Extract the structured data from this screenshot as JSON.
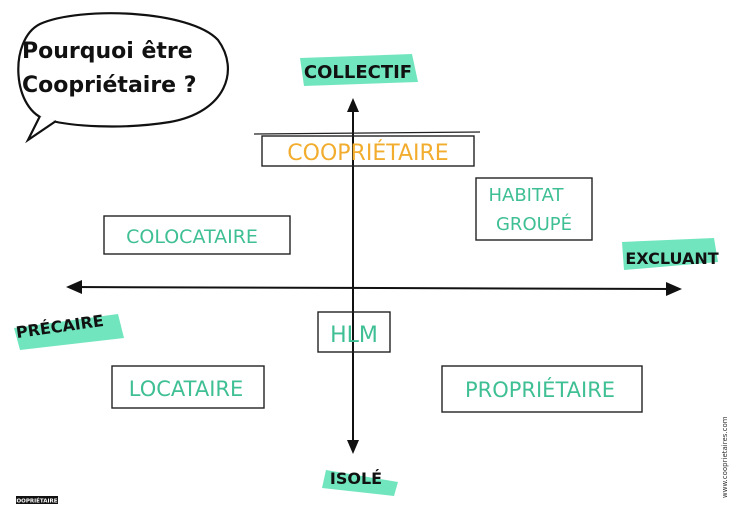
{
  "bubble": {
    "line1": "Pourquoi être",
    "line2": "Coopriétaire ?"
  },
  "axes": {
    "top": "COLLECTIF",
    "bottom": "ISOLÉ",
    "left": "PRÉCAIRE",
    "right": "EXCLUANT"
  },
  "quadrant_labels": {
    "center_top": "COOPRIÉTAIRE",
    "top_right_line1": "HABITAT",
    "top_right_line2": "GROUPÉ",
    "top_left": "COLOCATAIRE",
    "center_bottom": "HLM",
    "bottom_left": "LOCATAIRE",
    "bottom_right": "PROPRIÉTAIRE"
  },
  "footer": {
    "logo_text": "COOPRIÉTAIRES",
    "website": "www.cooprietaires.com"
  },
  "colors": {
    "highlight": "#58e0b3",
    "green_text": "#3fbf94",
    "orange_text": "#f2ad2e",
    "ink": "#111111"
  }
}
